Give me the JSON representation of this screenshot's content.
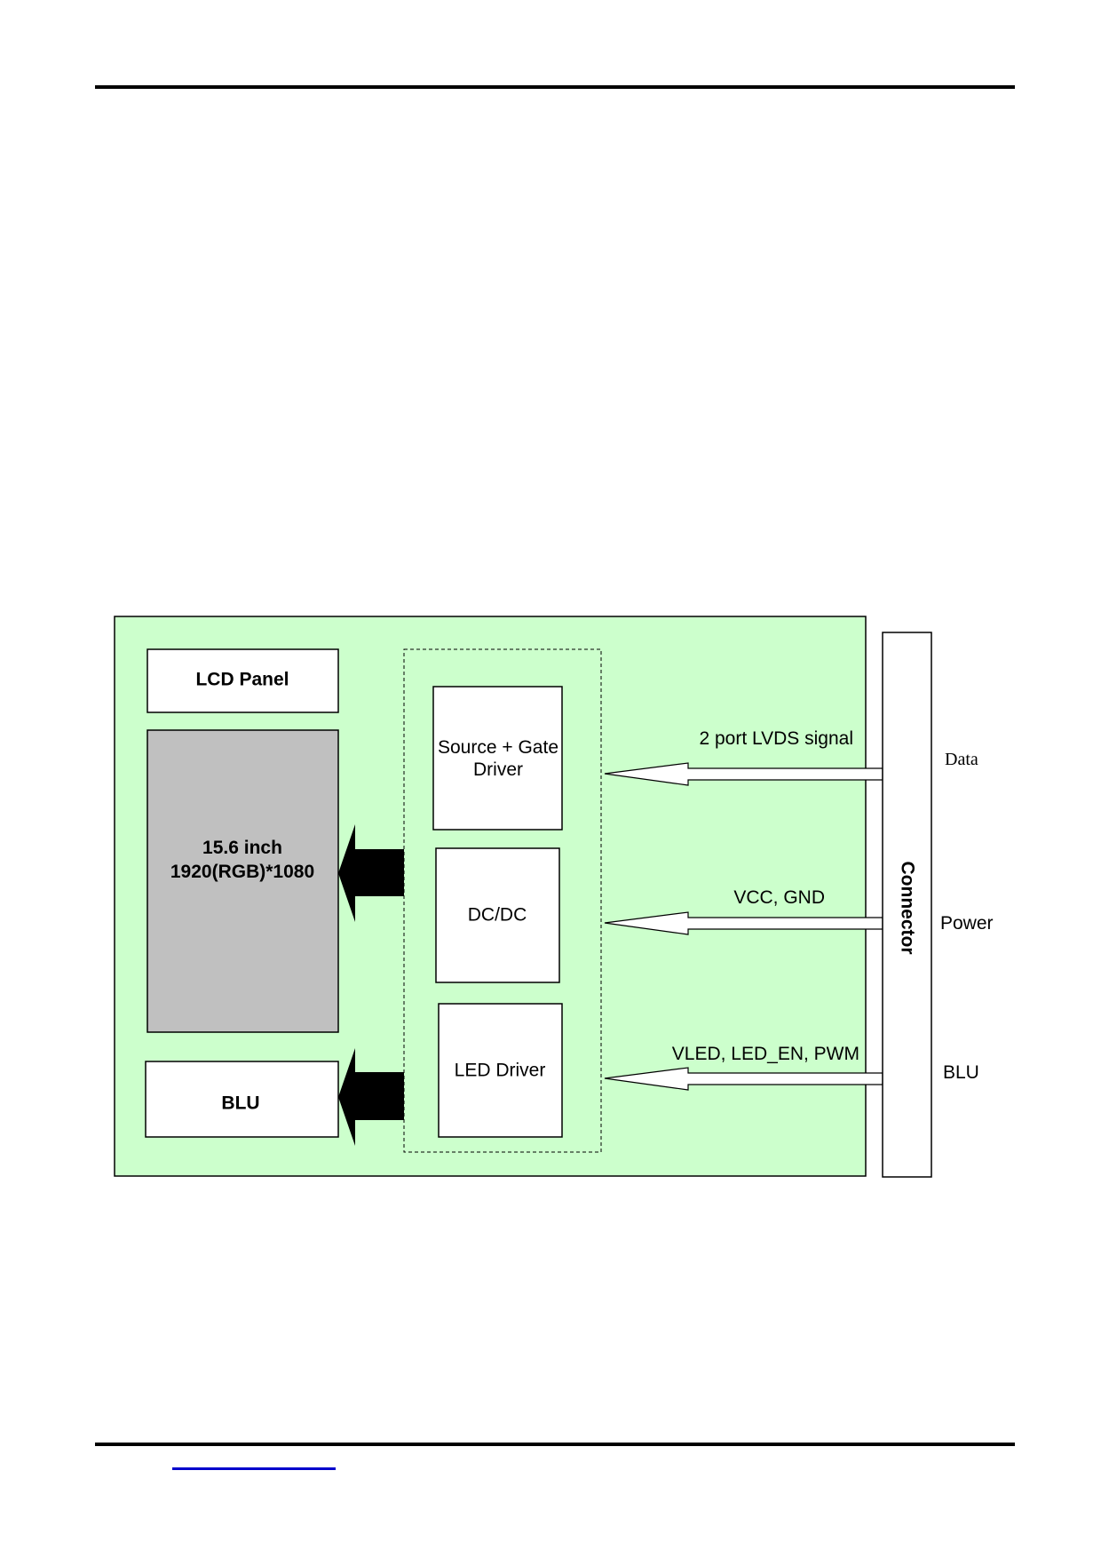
{
  "diagram": {
    "lcd_panel_label": "LCD Panel",
    "panel_size": "15.6 inch",
    "panel_resolution": "1920(RGB)*1080",
    "blu_box_label": "BLU",
    "source_gate_line1": "Source + Gate",
    "source_gate_line2": "Driver",
    "dcdc_label": "DC/DC",
    "led_driver_label": "LED Driver",
    "connector_label": "Connector",
    "signals": {
      "lvds": "2 port LVDS signal",
      "power": "VCC, GND",
      "blu": "VLED, LED_EN, PWM"
    },
    "side_labels": {
      "data": "Data",
      "power": "Power",
      "blu": "BLU"
    }
  },
  "colors": {
    "board": "#ccffcc",
    "panel": "#c0c0c0",
    "link": "#0000cc"
  }
}
